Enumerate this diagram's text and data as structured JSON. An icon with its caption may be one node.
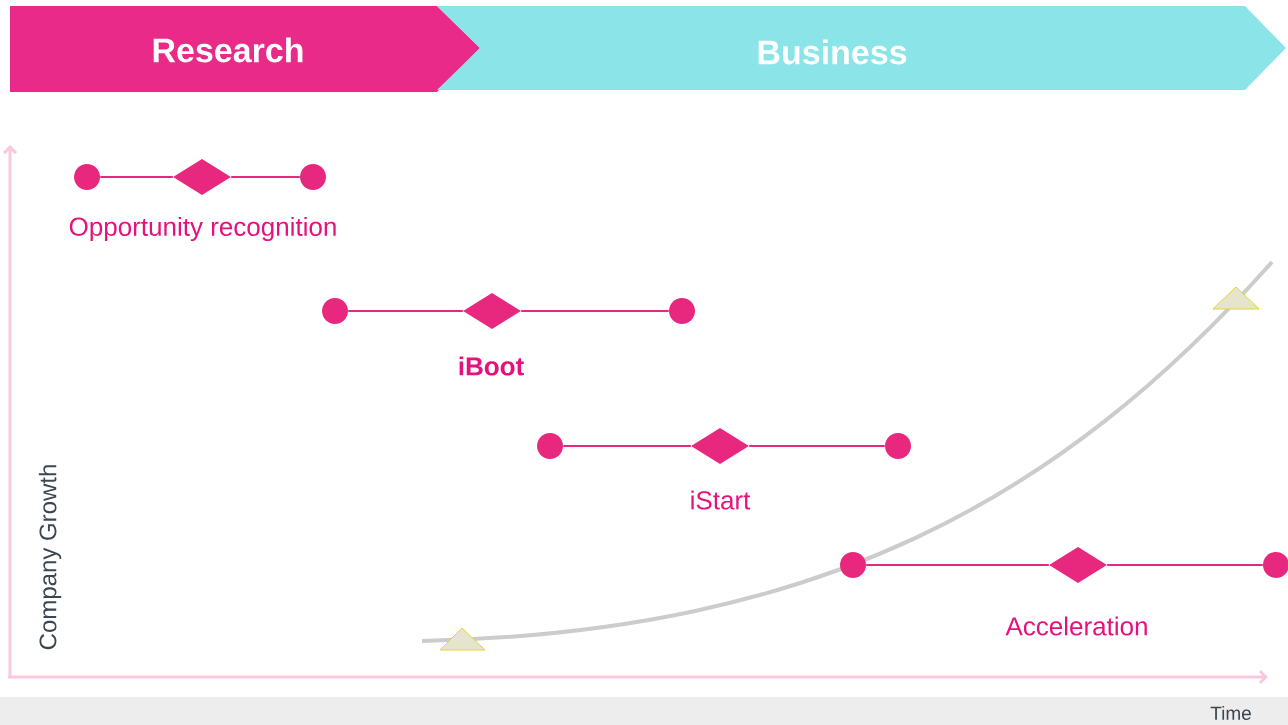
{
  "diagram": {
    "nodes": [
      {
        "text": [
          "Research"
        ]
      },
      {
        "text": [
          "Business"
        ]
      },
      {
        "text": [],
        "shape": "circle"
      },
      {
        "text": [],
        "shape": "diamond",
        "beside": [
          "Opportunity recognition"
        ]
      },
      {
        "text": [],
        "shape": "circle"
      },
      {
        "text": [],
        "shape": "circle"
      },
      {
        "text": [],
        "shape": "diamond",
        "beside": [
          "iBoot"
        ]
      },
      {
        "text": [],
        "shape": "circle"
      },
      {
        "text": [],
        "shape": "circle"
      },
      {
        "text": [],
        "shape": "diamond",
        "beside": [
          "iStart"
        ]
      },
      {
        "text": [],
        "shape": "circle"
      },
      {
        "text": [],
        "shape": "circle"
      },
      {
        "text": [],
        "shape": "diamond",
        "beside": [
          "Acceleration"
        ]
      },
      {
        "text": [],
        "shape": "circle"
      }
    ],
    "edges": [
      {
        "from": 2,
        "to": 3,
        "arrow": "none"
      },
      {
        "from": 3,
        "to": 4,
        "arrow": "none"
      },
      {
        "from": 5,
        "to": 6,
        "arrow": "none"
      },
      {
        "from": 6,
        "to": 7,
        "arrow": "none"
      },
      {
        "from": 8,
        "to": 9,
        "arrow": "none"
      },
      {
        "from": 9,
        "to": 10,
        "arrow": "none"
      },
      {
        "from": 11,
        "to": 12,
        "arrow": "none"
      },
      {
        "from": 12,
        "to": 13,
        "arrow": "none"
      }
    ],
    "labels": [
      "Company Growth",
      "Time"
    ]
  }
}
